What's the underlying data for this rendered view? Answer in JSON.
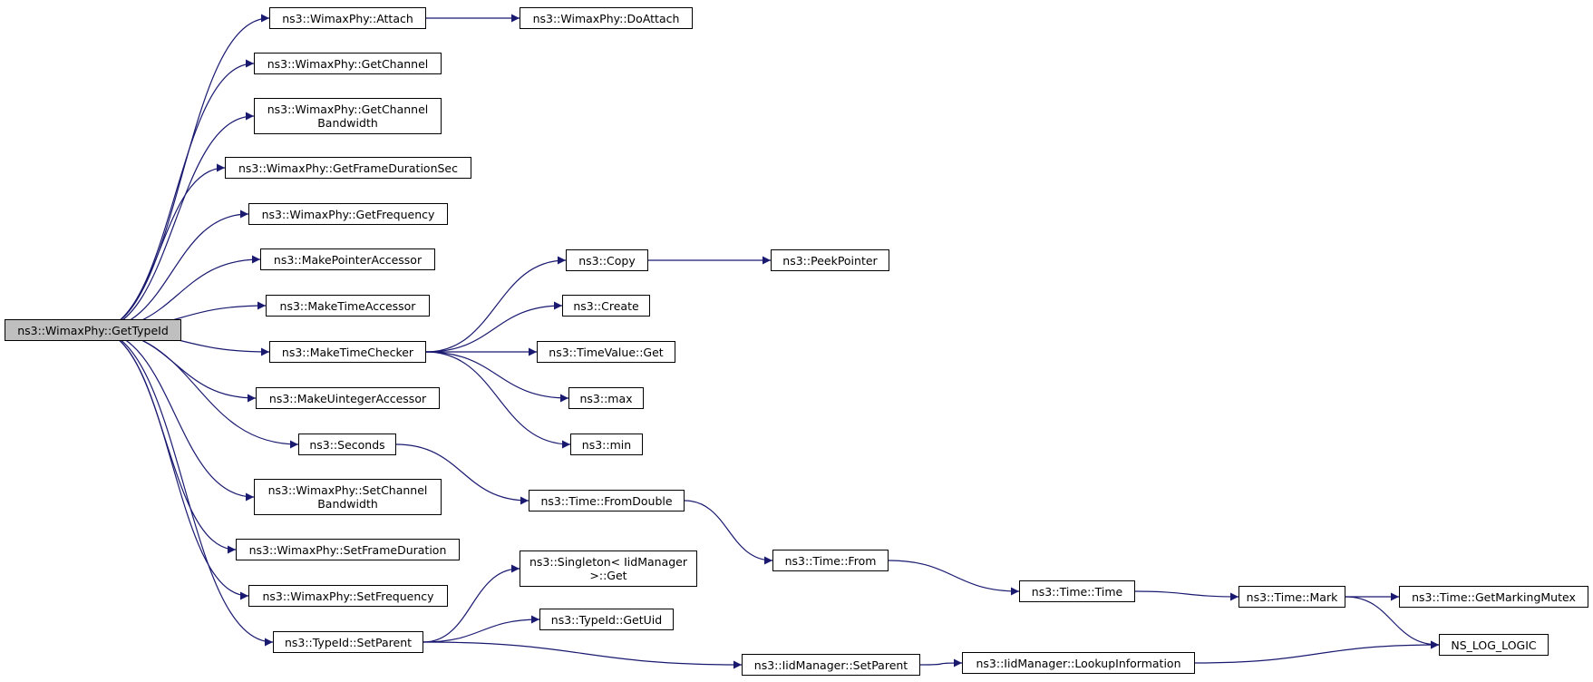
{
  "colors": {
    "edge": "#191970",
    "root_fill": "#bfbfbf",
    "node_fill": "#ffffff",
    "border": "#000000"
  },
  "nodes": [
    {
      "id": "getTypeId",
      "label": "ns3::WimaxPhy::GetTypeId",
      "root": true
    },
    {
      "id": "attach",
      "label": "ns3::WimaxPhy::Attach"
    },
    {
      "id": "doAttach",
      "label": "ns3::WimaxPhy::DoAttach"
    },
    {
      "id": "getChannel",
      "label": "ns3::WimaxPhy::GetChannel"
    },
    {
      "id": "getChannelBandwidth",
      "label": "ns3::WimaxPhy::GetChannel\nBandwidth"
    },
    {
      "id": "getFrameDurationSec",
      "label": "ns3::WimaxPhy::GetFrameDurationSec"
    },
    {
      "id": "getFrequency",
      "label": "ns3::WimaxPhy::GetFrequency"
    },
    {
      "id": "makePointerAccessor",
      "label": "ns3::MakePointerAccessor"
    },
    {
      "id": "makeTimeAccessor",
      "label": "ns3::MakeTimeAccessor"
    },
    {
      "id": "makeTimeChecker",
      "label": "ns3::MakeTimeChecker"
    },
    {
      "id": "makeUintegerAccessor",
      "label": "ns3::MakeUintegerAccessor"
    },
    {
      "id": "seconds",
      "label": "ns3::Seconds"
    },
    {
      "id": "setChannelBandwidth",
      "label": "ns3::WimaxPhy::SetChannel\nBandwidth"
    },
    {
      "id": "setFrameDuration",
      "label": "ns3::WimaxPhy::SetFrameDuration"
    },
    {
      "id": "setFrequency",
      "label": "ns3::WimaxPhy::SetFrequency"
    },
    {
      "id": "typeIdSetParent",
      "label": "ns3::TypeId::SetParent"
    },
    {
      "id": "copy",
      "label": "ns3::Copy"
    },
    {
      "id": "peekPointer",
      "label": "ns3::PeekPointer"
    },
    {
      "id": "create",
      "label": "ns3::Create"
    },
    {
      "id": "timeValueGet",
      "label": "ns3::TimeValue::Get"
    },
    {
      "id": "max",
      "label": "ns3::max"
    },
    {
      "id": "min",
      "label": "ns3::min"
    },
    {
      "id": "fromDouble",
      "label": "ns3::Time::FromDouble"
    },
    {
      "id": "timeFrom",
      "label": "ns3::Time::From"
    },
    {
      "id": "timeTime",
      "label": "ns3::Time::Time"
    },
    {
      "id": "timeMark",
      "label": "ns3::Time::Mark"
    },
    {
      "id": "getMarkingMutex",
      "label": "ns3::Time::GetMarkingMutex"
    },
    {
      "id": "nsLogLogic",
      "label": "NS_LOG_LOGIC"
    },
    {
      "id": "singletonGet",
      "label": "ns3::Singleton< IidManager\n>::Get"
    },
    {
      "id": "getUid",
      "label": "ns3::TypeId::GetUid"
    },
    {
      "id": "iidSetParent",
      "label": "ns3::IidManager::SetParent"
    },
    {
      "id": "lookupInformation",
      "label": "ns3::IidManager::LookupInformation"
    }
  ],
  "edges": [
    [
      "getTypeId",
      "attach"
    ],
    [
      "getTypeId",
      "getChannel"
    ],
    [
      "getTypeId",
      "getChannelBandwidth"
    ],
    [
      "getTypeId",
      "getFrameDurationSec"
    ],
    [
      "getTypeId",
      "getFrequency"
    ],
    [
      "getTypeId",
      "makePointerAccessor"
    ],
    [
      "getTypeId",
      "makeTimeAccessor"
    ],
    [
      "getTypeId",
      "makeTimeChecker"
    ],
    [
      "getTypeId",
      "makeUintegerAccessor"
    ],
    [
      "getTypeId",
      "seconds"
    ],
    [
      "getTypeId",
      "setChannelBandwidth"
    ],
    [
      "getTypeId",
      "setFrameDuration"
    ],
    [
      "getTypeId",
      "setFrequency"
    ],
    [
      "getTypeId",
      "typeIdSetParent"
    ],
    [
      "attach",
      "doAttach"
    ],
    [
      "makeTimeChecker",
      "copy"
    ],
    [
      "makeTimeChecker",
      "create"
    ],
    [
      "makeTimeChecker",
      "timeValueGet"
    ],
    [
      "makeTimeChecker",
      "max"
    ],
    [
      "makeTimeChecker",
      "min"
    ],
    [
      "copy",
      "peekPointer"
    ],
    [
      "seconds",
      "fromDouble"
    ],
    [
      "fromDouble",
      "timeFrom"
    ],
    [
      "timeFrom",
      "timeTime"
    ],
    [
      "timeTime",
      "timeMark"
    ],
    [
      "timeMark",
      "getMarkingMutex"
    ],
    [
      "timeMark",
      "nsLogLogic"
    ],
    [
      "typeIdSetParent",
      "singletonGet"
    ],
    [
      "typeIdSetParent",
      "getUid"
    ],
    [
      "typeIdSetParent",
      "iidSetParent"
    ],
    [
      "iidSetParent",
      "lookupInformation"
    ],
    [
      "lookupInformation",
      "nsLogLogic"
    ]
  ]
}
